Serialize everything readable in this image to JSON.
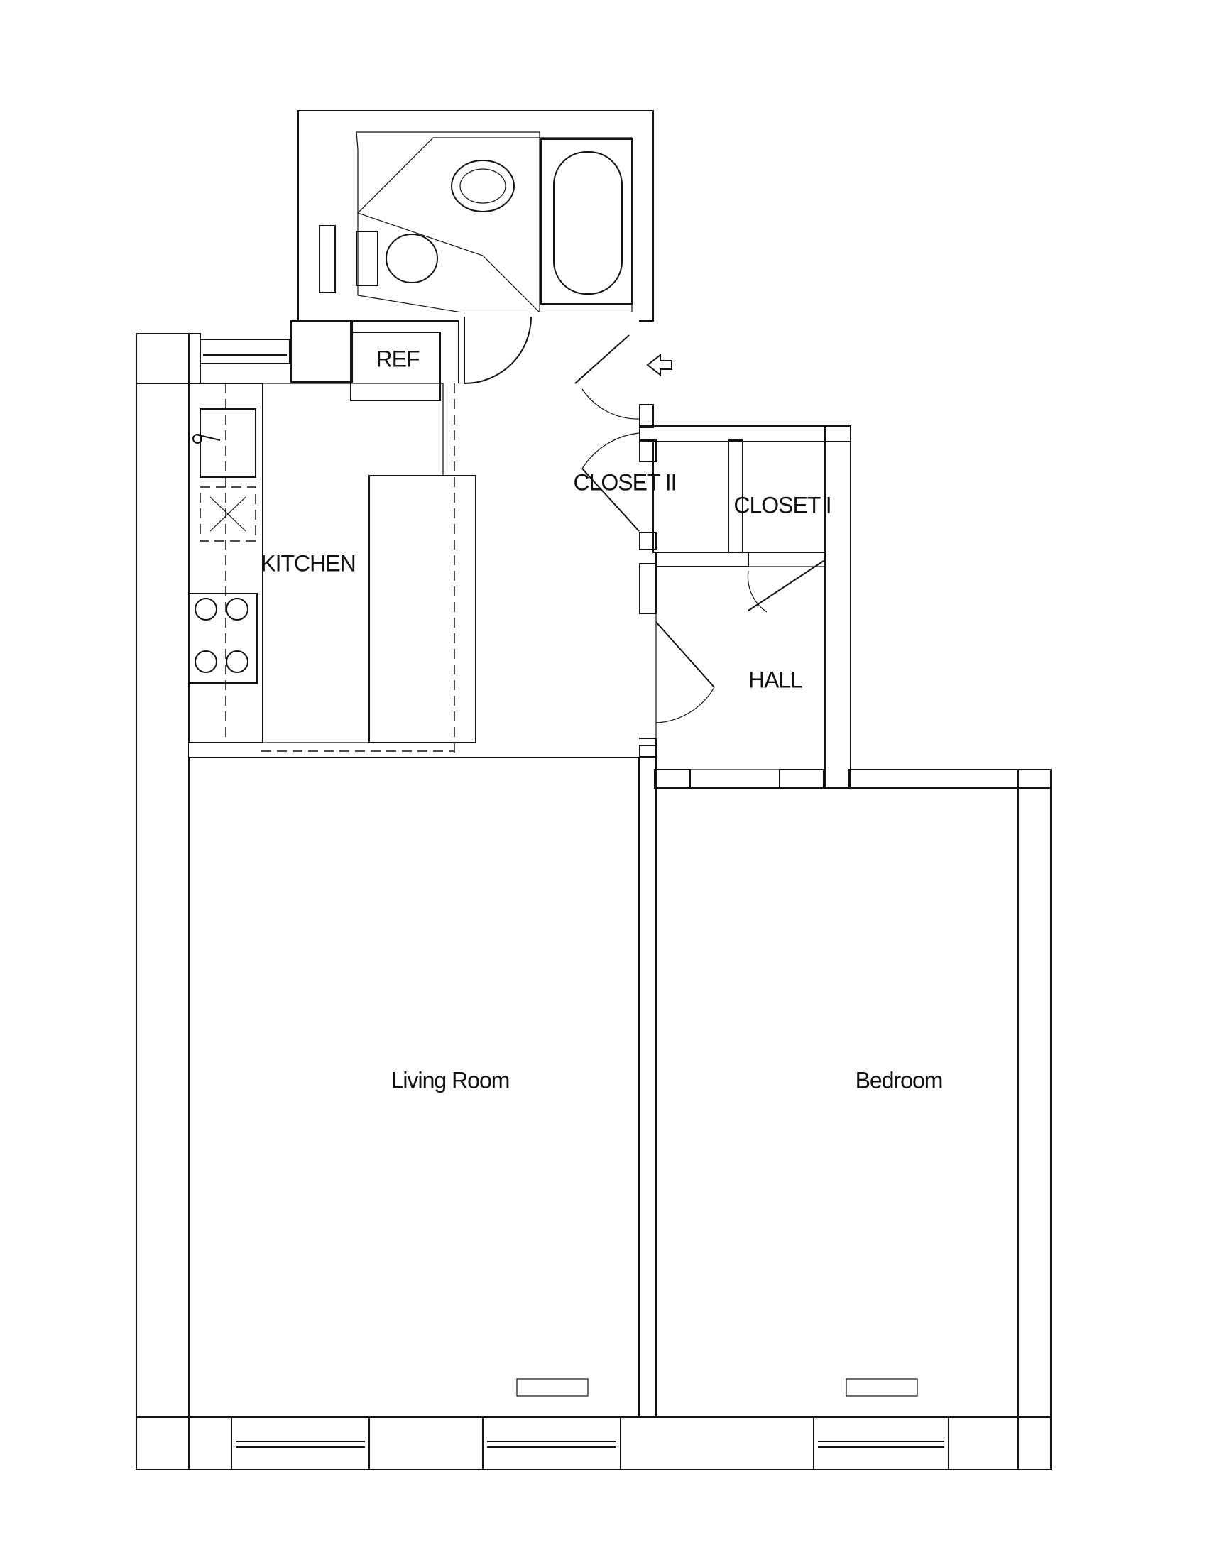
{
  "rooms": {
    "ref": "REF",
    "closet_2": "CLOSET II",
    "closet_1": "CLOSET I",
    "kitchen": "KITCHEN",
    "hall": "HALL",
    "living_room": "Living Room",
    "bedroom": "Bedroom"
  },
  "icons": {
    "entry": "entry-arrow-icon"
  },
  "colors": {
    "wall_line": "#111111",
    "background": "#ffffff"
  }
}
